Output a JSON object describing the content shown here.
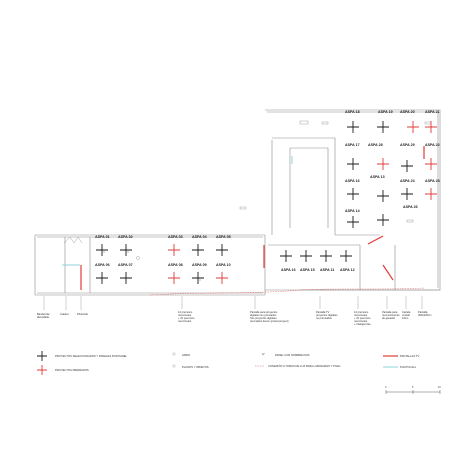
{
  "colors": {
    "wall": "#8a8a8a",
    "cross_selected": "#1a1a1a",
    "cross_awarded": "#e23b3b",
    "wall_accent": "#e23b3b",
    "photocall": "#8fd0d8",
    "connection": "#e23b3b"
  },
  "aspa_labels": {
    "a18": "ASPA 18",
    "a19": "ASPA 19",
    "a20": "ASPA 20",
    "a21": "ASPA 21",
    "a17": "ASPA 17",
    "a28": "ASPA 28",
    "a29": "ASPA 29",
    "a22": "ASPA 22",
    "a16": "ASPA 16",
    "a13": "ASPA 13",
    "a24": "ASPA 24",
    "a23": "ASPA 23",
    "a14": "ASPA 14",
    "a26": "ASPA 26",
    "a01": "ASPA 01",
    "a02": "ASPA 02",
    "a03": "ASPA 03",
    "a04": "ASPA 04",
    "a05": "ASPA 05",
    "a06": "ASPA 06",
    "a07": "ASPA 07",
    "a08": "ASPA 08",
    "a09": "ASPA 09",
    "a10": "ASPA 10",
    "b16": "ASPA 16",
    "b15": "ASPA 15",
    "b11": "ASPA 11",
    "b12": "ASPA 12"
  },
  "notes": {
    "n1_l1": "Bandeirola",
    "n1_l2": "Identidade",
    "n2": "Cratéra",
    "n3": "Photocall",
    "n4_l1": "12 premiuns",
    "n4_l2": "mencionais",
    "n4_l3": "+ 16 premiuns",
    "n4_l4": "mencionais",
    "n5_l1": "Pantalla para proyectos",
    "n5_l2": "digitales sin premiados",
    "n5_l3": "Sus proyectos digitales",
    "n5_l4": "premiados tienen (postal proyect)",
    "n6_l1": "Pantalla TV",
    "n6_l2": "proyectos digitales",
    "n6_l3": "no premiados",
    "n7_l1": "12 premiuns",
    "n7_l2": "mencionais",
    "n7_l3": "+ 16 premiuns",
    "n7_l4": "mencionais",
    "n7_l5": "+ Inteligencias",
    "n8_l1": "Pantalla para",
    "n8_l2": "reconocimiento",
    "n8_l3": "de ganador",
    "n9_l1": "Cartela",
    "n9_l2": "Jurado",
    "n9_l3": "10cm",
    "n10_l1": "Pantalla",
    "n10_l2": "300x225cm"
  },
  "legend": {
    "selected": "PROYECTOS SELECCIONADOS Y PANELES POR PANEL",
    "awarded": "PROYECTOS PREMIADOS",
    "libro": "LIBRO",
    "planos": "PLANOS Y OBJETOS",
    "panel_nombre": "PANEL CON NOMBRE PAIS",
    "conexion": "CONEXIÓN A TOMAS DE LUZ PARA LUMINARIAS Y PIVAs",
    "pantallas": "PANTALLAS TV",
    "photocall": "PHOTOCALL"
  },
  "scale": {
    "s0": "0",
    "s5": "5",
    "s10": "10"
  }
}
